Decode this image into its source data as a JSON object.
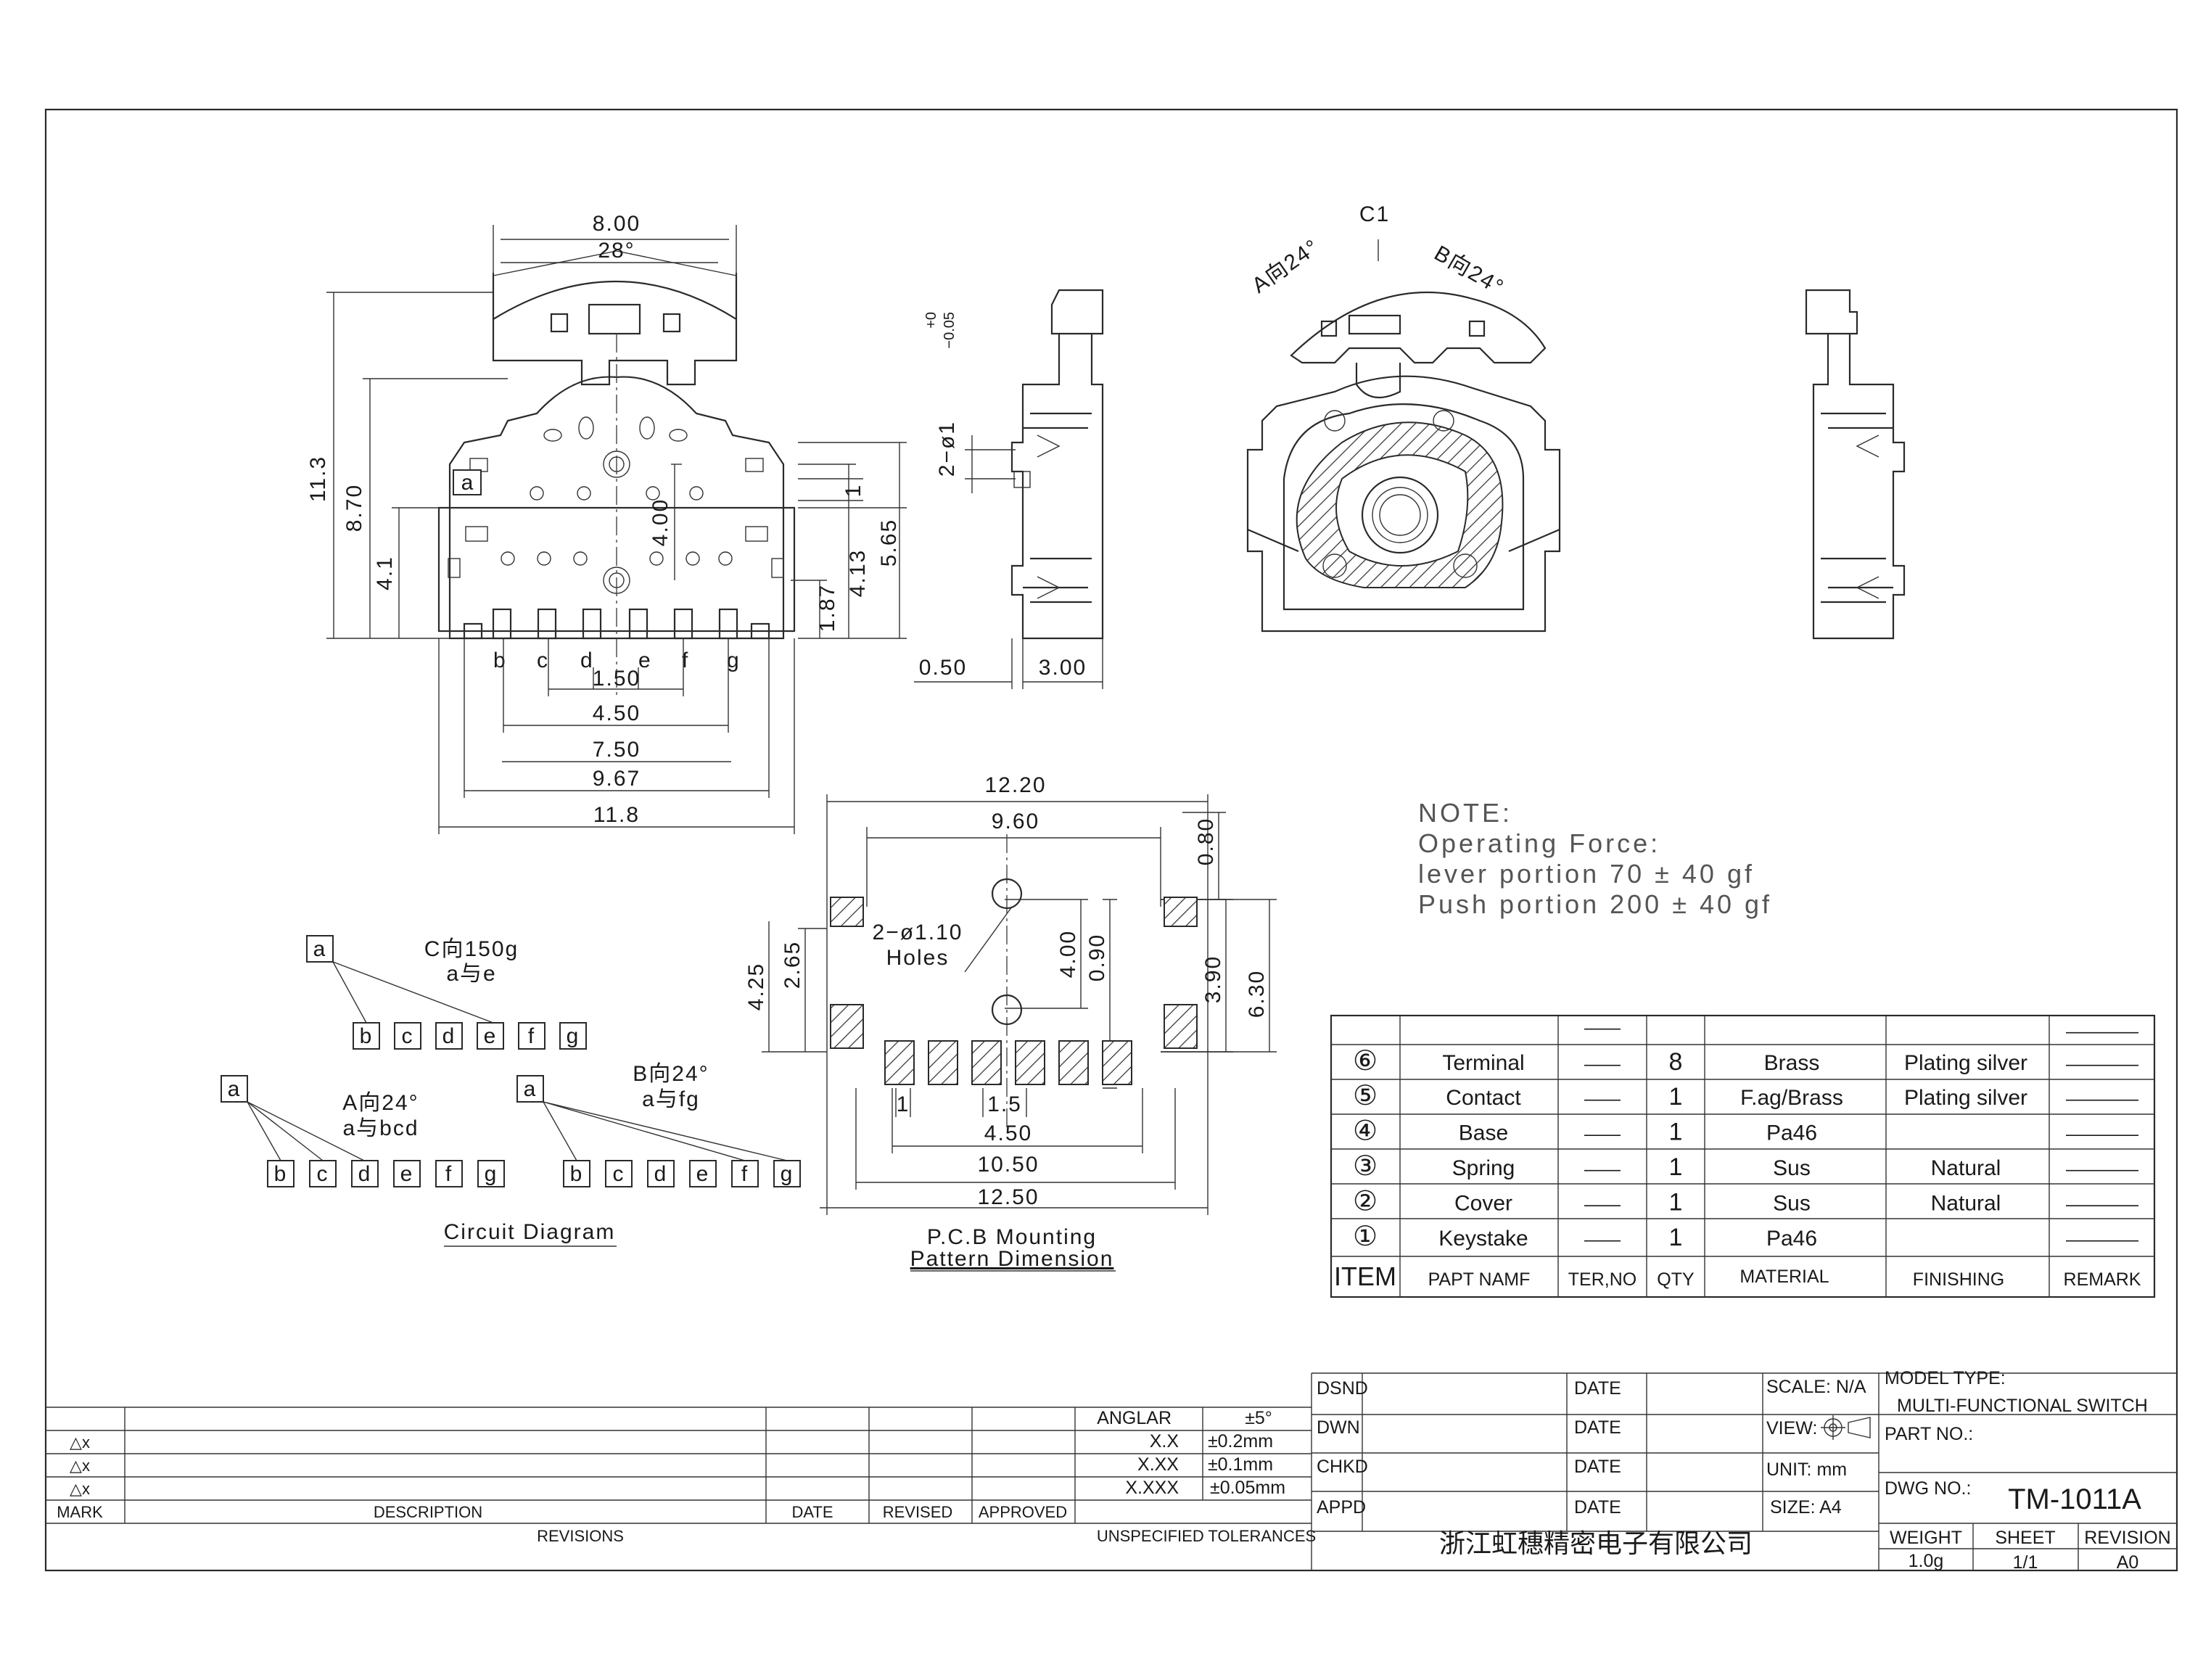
{
  "front_view": {
    "dims": {
      "w_top": "8.00",
      "angle": "28°",
      "h_total": "11.3",
      "h_body": "8.70",
      "h_mid": "4.1",
      "d_400": "4.00",
      "d_413": "4.13",
      "d_565": "5.65",
      "d_187": "1.87",
      "d_1": "1",
      "p_150": "1.50",
      "p_450": "4.50",
      "p_750": "7.50",
      "p_967": "9.67",
      "p_118": "11.8"
    },
    "terminal_letters": [
      "b",
      "c",
      "d",
      "e",
      "f",
      "g"
    ],
    "a_label": "a"
  },
  "side_view": {
    "hole_dim": "2−ø1",
    "hole_tol_upper": "+0",
    "hole_tol_lower": "−0.05",
    "d_050": "0.50",
    "d_300": "3.00"
  },
  "rear_view": {
    "c1": "C1",
    "a_dir": "A向24°",
    "b_dir": "B向24°"
  },
  "pcb": {
    "title_line1": "P.C.B Mounting",
    "title_line2": "Pattern Dimension",
    "d_1220": "12.20",
    "d_960": "9.60",
    "d_080": "0.80",
    "holes_line1": "2−ø1.10",
    "holes_line2": "Holes",
    "d_400": "4.00",
    "d_090": "0.90",
    "d_425": "4.25",
    "d_265": "2.65",
    "d_390": "3.90",
    "d_630": "6.30",
    "d_1": "1",
    "d_15": "1.5",
    "d_450": "4.50",
    "d_1050": "10.50",
    "d_1250": "12.50"
  },
  "circuit": {
    "title": "Circuit Diagram",
    "c_caption1": "C向150g",
    "c_caption2": "a与e",
    "a_caption1": "A向24°",
    "a_caption2": "a与bcd",
    "b_caption1": "B向24°",
    "b_caption2": "a与fg",
    "letters": [
      "b",
      "c",
      "d",
      "e",
      "f",
      "g"
    ],
    "common": "a"
  },
  "note": {
    "line1": "NOTE:",
    "line2": "Operating Force:",
    "line3": "lever portion 70 ± 40 gf",
    "line4": "Push portion 200 ± 40 gf"
  },
  "bom": {
    "headers": {
      "item": "ITEM",
      "part": "PAPT NAMF",
      "terno": "TER,NO",
      "qty": "QTY",
      "material": "MATERIAL",
      "finishing": "FINISHING",
      "remark": "REMARK"
    },
    "rows": [
      {
        "no": "⑥",
        "part": "Terminal",
        "terno": "——",
        "qty": "8",
        "material": "Brass",
        "finishing": "Plating silver",
        "remark": "————"
      },
      {
        "no": "⑤",
        "part": "Contact",
        "terno": "——",
        "qty": "1",
        "material": "F.ag/Brass",
        "finishing": "Plating silver",
        "remark": "————"
      },
      {
        "no": "④",
        "part": "Base",
        "terno": "——",
        "qty": "1",
        "material": "Pa46",
        "finishing": "",
        "remark": "————"
      },
      {
        "no": "③",
        "part": "Spring",
        "terno": "——",
        "qty": "1",
        "material": "Sus",
        "finishing": "Natural",
        "remark": "————"
      },
      {
        "no": "②",
        "part": "Cover",
        "terno": "——",
        "qty": "1",
        "material": "Sus",
        "finishing": "Natural",
        "remark": "————"
      },
      {
        "no": "①",
        "part": "Keystake",
        "terno": "——",
        "qty": "1",
        "material": "Pa46",
        "finishing": "",
        "remark": "————"
      }
    ],
    "blank_terno": "——",
    "blank_remark": "————"
  },
  "revisions": {
    "rows": [
      {
        "mark": "△x"
      },
      {
        "mark": "△x"
      },
      {
        "mark": "△x"
      }
    ],
    "mark": "MARK",
    "description": "DESCRIPTION",
    "date": "DATE",
    "revised": "REVISED",
    "approved": "APPROVED",
    "title": "REVISIONS"
  },
  "tolerances": {
    "title": "UNSPECIFIED TOLERANCES",
    "rows": [
      {
        "k": "ANGLAR",
        "v": "±5°"
      },
      {
        "k": "X.X",
        "v": "±0.2mm"
      },
      {
        "k": "X.XX",
        "v": "±0.1mm"
      },
      {
        "k": "X.XXX",
        "v": "±0.05mm"
      }
    ]
  },
  "signoff": {
    "rows": [
      {
        "role": "DSND",
        "date": "DATE"
      },
      {
        "role": "DWN",
        "date": "DATE"
      },
      {
        "role": "CHKD",
        "date": "DATE"
      },
      {
        "role": "APPD",
        "date": "DATE"
      }
    ],
    "scale": "SCALE: N/A",
    "view": "VIEW:",
    "unit": "UNIT: mm",
    "size": "SIZE: A4",
    "company": "浙江虹穗精密电子有限公司"
  },
  "model": {
    "type_label": "MODEL TYPE:",
    "type": "MULTI-FUNCTIONAL SWITCH",
    "part_no_label": "PART NO.:",
    "dwg_label": "DWG NO.:",
    "dwg_no": "TM-1011A",
    "weight_label": "WEIGHT",
    "weight": "1.0g",
    "sheet_label": "SHEET",
    "sheet": "1/1",
    "revision_label": "REVISION",
    "revision": "A0"
  }
}
